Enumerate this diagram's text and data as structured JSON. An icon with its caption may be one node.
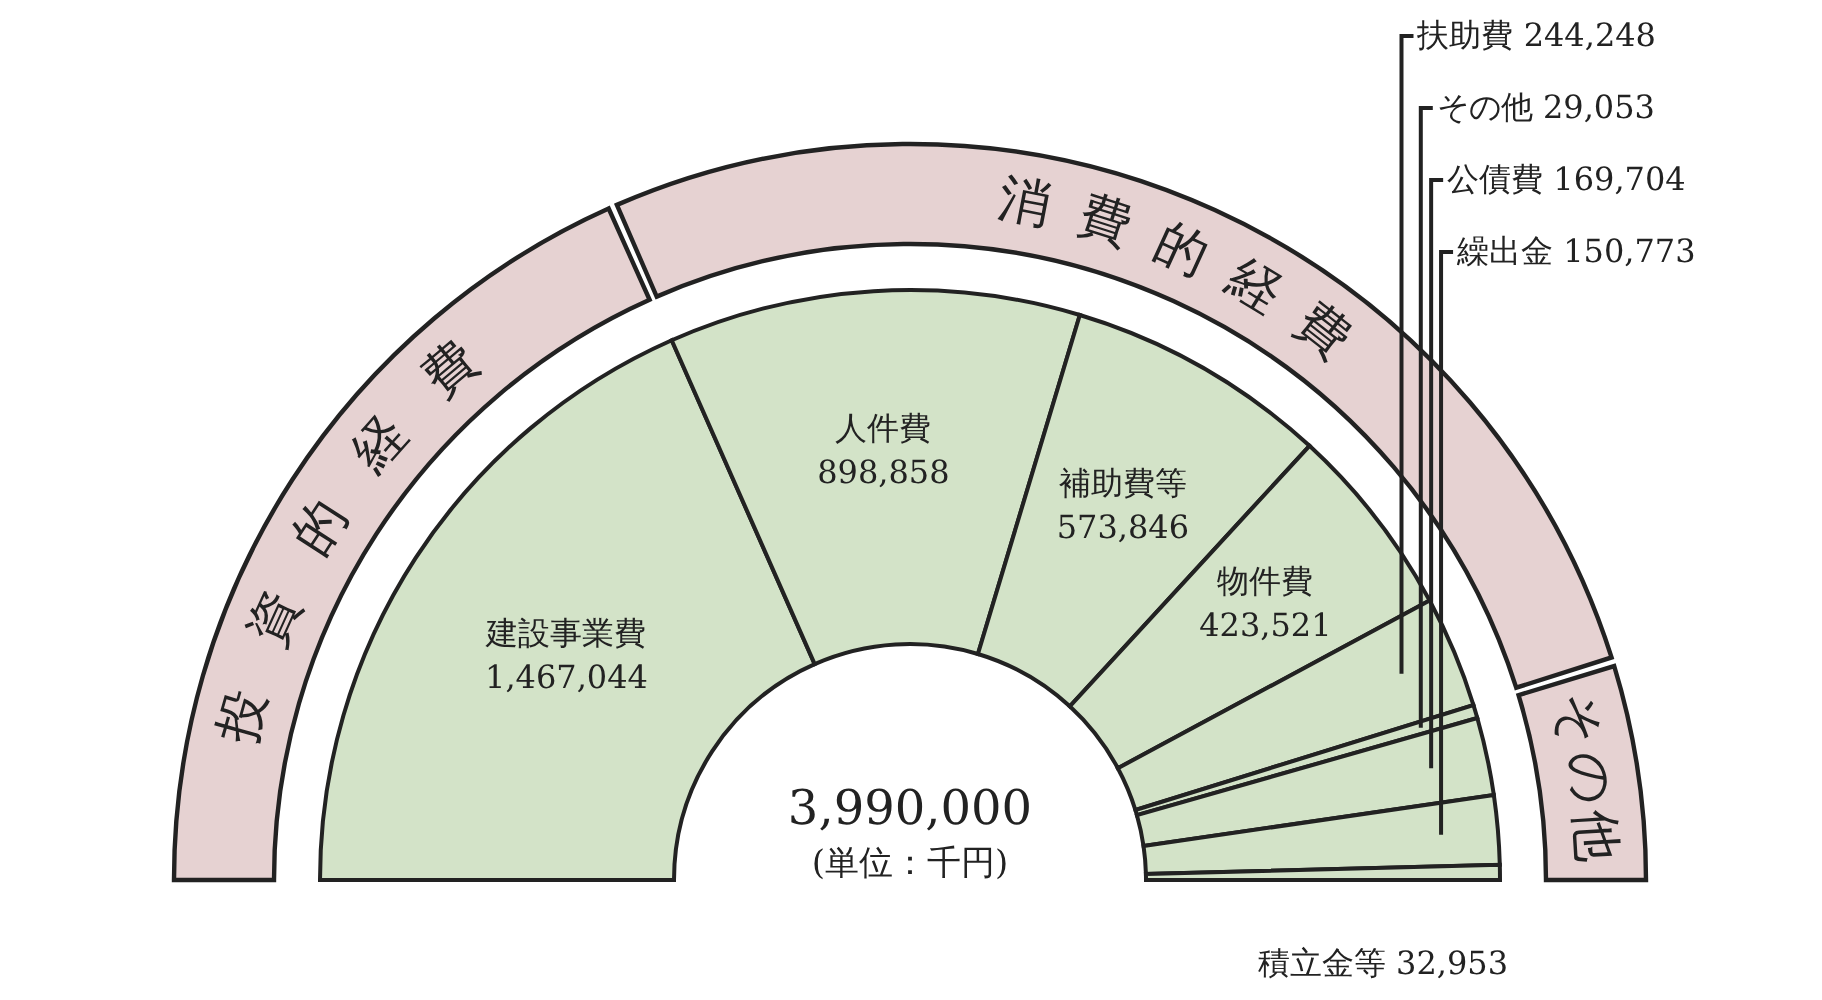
{
  "diagram": {
    "nodes": [
      {
        "text": [
          "投資的経費"
        ]
      },
      {
        "text": [
          "消費的経費"
        ]
      },
      {
        "text": [
          "その他"
        ]
      },
      {
        "text": [
          "建設事業費",
          "1,467,044"
        ]
      },
      {
        "text": [
          "人件費",
          "898,858"
        ]
      },
      {
        "text": [
          "補助費等",
          "573,846"
        ]
      },
      {
        "text": [
          "物件費",
          "423,521"
        ]
      },
      {
        "text": [],
        "shape": "wedge"
      },
      {
        "text": [],
        "shape": "wedge"
      },
      {
        "text": [],
        "shape": "wedge"
      },
      {
        "text": [],
        "shape": "wedge"
      },
      {
        "text": [],
        "shape": "wedge",
        "beside": [
          "積立金等 32,953"
        ]
      },
      {
        "text": [
          "扶助費 244,248"
        ]
      },
      {
        "text": [
          "その他 29,053"
        ]
      },
      {
        "text": [
          "公債費 169,704"
        ]
      },
      {
        "text": [
          "繰出金 150,773"
        ]
      }
    ],
    "edges": [
      {
        "from": 12,
        "to": 7,
        "arrow": "none"
      },
      {
        "from": 13,
        "to": 8,
        "arrow": "none"
      },
      {
        "from": 14,
        "to": 9,
        "arrow": "none"
      },
      {
        "from": 15,
        "to": 10,
        "arrow": "none"
      }
    ],
    "labels": [
      "3,990,000",
      "(単位：千円)"
    ]
  }
}
